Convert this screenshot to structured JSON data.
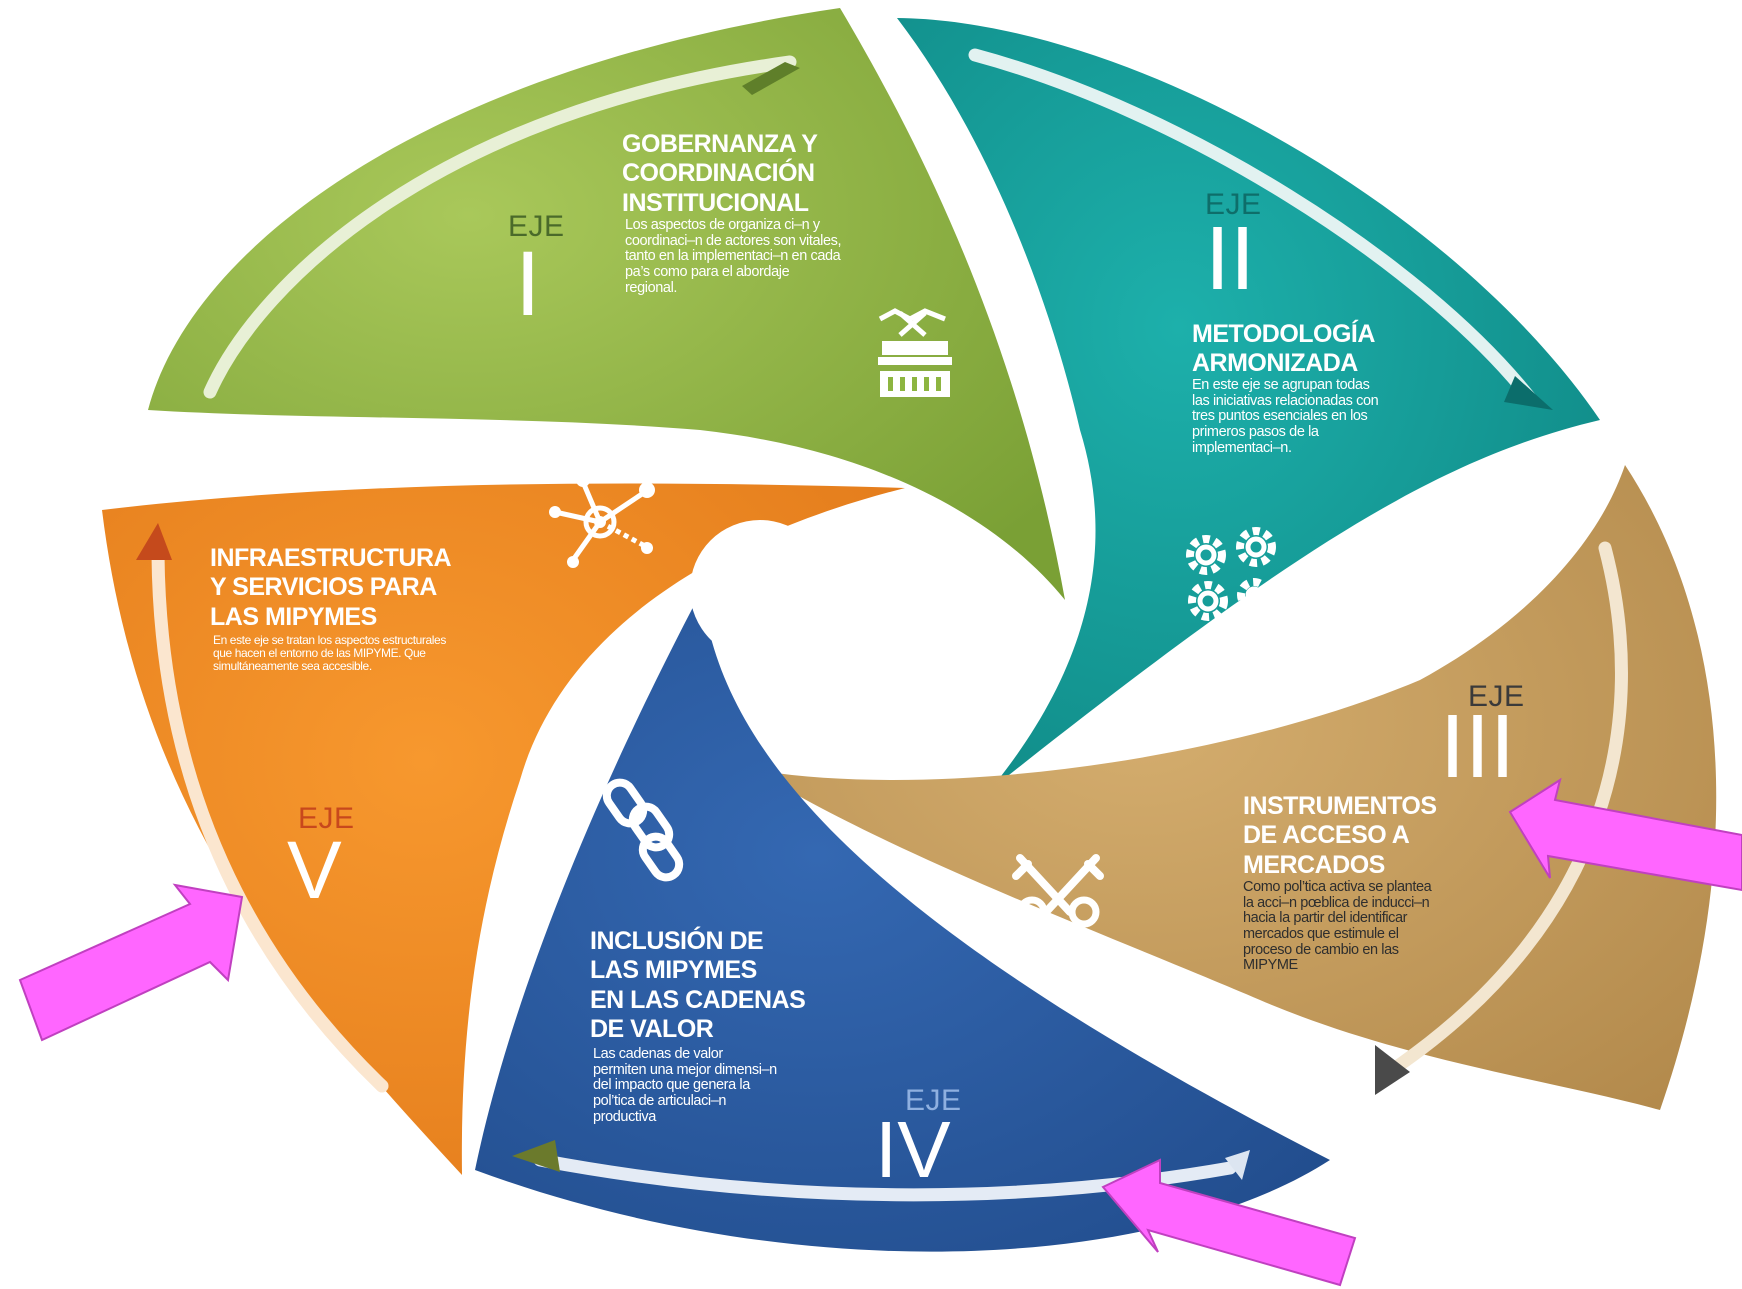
{
  "axes": [
    {
      "eje": "EJE",
      "numeral": "I",
      "title": [
        "GOBERNANZA Y",
        "COORDINACIÓN",
        "INSTITUCIONAL"
      ],
      "description": "Los aspectos de organiza ci–n y coordinaci–n de actores son vitales, tanto en la implementaci–n en cada pa’s como para el abordaje regional.",
      "icon": "crown-icon",
      "color": "#8db540"
    },
    {
      "eje": "EJE",
      "numeral": "II",
      "title": [
        "METODOLOGÍA",
        "ARMONIZADA"
      ],
      "description": "En este eje se agrupan todas las iniciativas relacionadas con tres puntos esenciales en los primeros pasos de la implementaci–n.",
      "icon": "gears-icon",
      "color": "#1a9e9b"
    },
    {
      "eje": "EJE",
      "numeral": "III",
      "title": [
        "INSTRUMENTOS",
        "DE ACCESO A",
        "MERCADOS"
      ],
      "description": "Como pol’tica activa se plantea la acci–n pœblica de inducci–n hacia la partir del identificar mercados que estimule el proceso de cambio en las MIPYME",
      "icon": "keys-icon",
      "color": "#c8a060"
    },
    {
      "eje": "EJE",
      "numeral": "IV",
      "title": [
        "INCLUSIÓN DE",
        "LAS MIPYMES",
        "EN LAS CADENAS",
        "DE VALOR"
      ],
      "description": "Las cadenas de valor permiten una mejor dimensi–n del impacto que genera la pol’tica de articulaci–n productiva",
      "icon": "chain-icon",
      "color": "#2c5ea5"
    },
    {
      "eje": "EJE",
      "numeral": "V",
      "title": [
        "INFRAESTRUCTURA",
        "Y SERVICIOS PARA",
        "LAS MIPYMES"
      ],
      "description": "En este eje se tratan los aspectos estructurales que hacen el entorno de las MIPYME. Que simultáneamente sea accesible.",
      "icon": "network-icon",
      "color": "#f08a28"
    }
  ],
  "annotation_arrows": [
    "pointer-arrow-eje-iii",
    "pointer-arrow-eje-iv",
    "pointer-arrow-eje-v"
  ],
  "annotation_color": "#ff66ff"
}
